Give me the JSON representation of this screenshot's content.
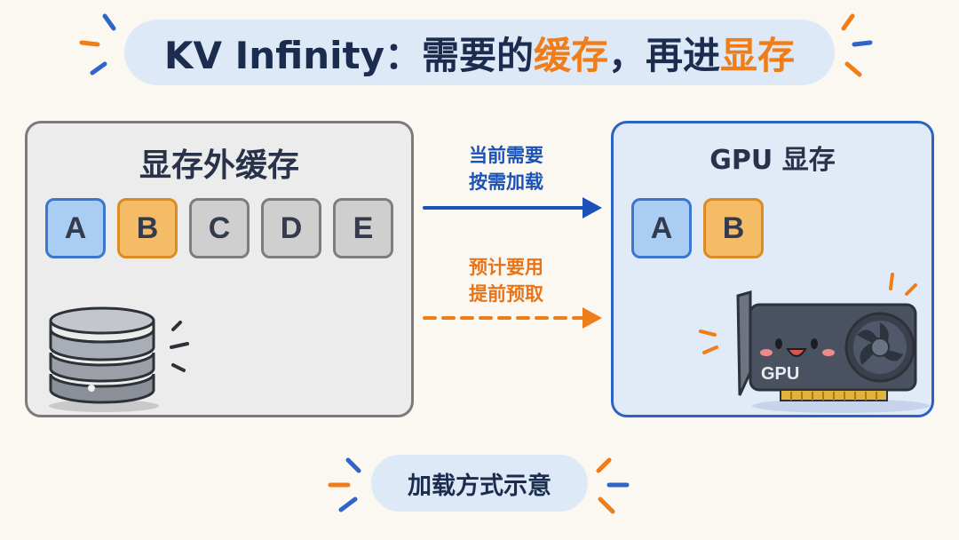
{
  "title": {
    "prefix": "KV Infinity：需要的",
    "accent1": "缓存",
    "middle": "，再进",
    "accent2": "显存"
  },
  "left_panel": {
    "title": "显存外缓存",
    "blocks": [
      {
        "label": "A",
        "color": "blue"
      },
      {
        "label": "B",
        "color": "orange"
      },
      {
        "label": "C",
        "color": "gray"
      },
      {
        "label": "D",
        "color": "gray"
      },
      {
        "label": "E",
        "color": "gray"
      }
    ],
    "icon": "database-icon"
  },
  "right_panel": {
    "title": "GPU 显存",
    "blocks": [
      {
        "label": "A",
        "color": "blue"
      },
      {
        "label": "B",
        "color": "orange"
      }
    ],
    "gpu_label": "GPU",
    "icon": "gpu-card-icon"
  },
  "arrows": {
    "on_demand": {
      "line1": "当前需要",
      "line2": "按需加载",
      "style": "solid",
      "color": "#1a52b8"
    },
    "prefetch": {
      "line1": "预计要用",
      "line2": "提前预取",
      "style": "dashed",
      "color": "#ef7e1a"
    }
  },
  "caption": "加载方式示意",
  "colors": {
    "accent_orange": "#ef7e1a",
    "accent_blue": "#1a52b8",
    "block_blue": "#a9cdf3",
    "block_orange": "#f5bc67",
    "block_gray": "#cfcfcf"
  }
}
